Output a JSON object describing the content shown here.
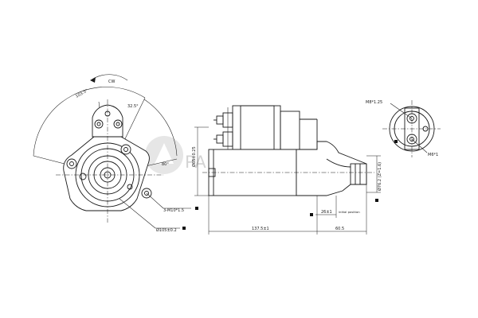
{
  "watermark": {
    "text": "PALIDIUM",
    "color": "#d4d4d4"
  },
  "front_view": {
    "rotation_label": "CW",
    "angles": {
      "upper_left": "103.5°",
      "upper_right": "32.5°",
      "right": "80°"
    },
    "bolt_callout": "3-M10*1.5",
    "flange_diameter": "Ø105±0.2"
  },
  "side_view": {
    "body_diameter": "Ø65±0.25",
    "pinion_diameter": "Ø76.2 (Z=1.6)",
    "pinion_offset": "26±1",
    "pinion_offset_note": "initial position",
    "overall_length": "137.5±1",
    "nose_length": "60.5"
  },
  "terminal_view": {
    "top_thread": "M8*1.25",
    "bottom_thread": "M6*1"
  }
}
